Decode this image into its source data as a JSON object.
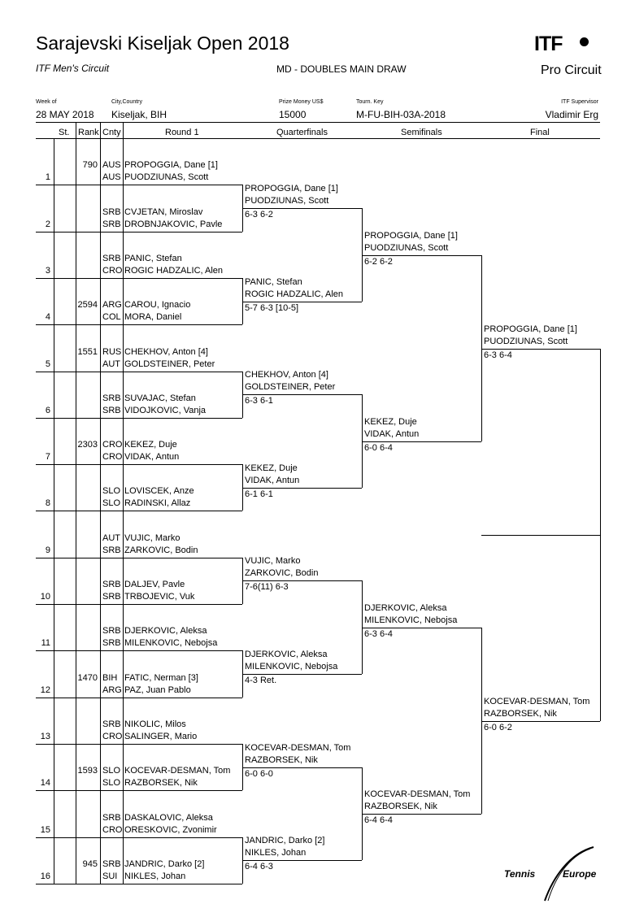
{
  "header": {
    "title": "Sarajevski Kiseljak Open 2018",
    "circuit": "ITF Men's Circuit",
    "draw_name": "MD - DOUBLES MAIN DRAW",
    "logo_itf": "ITF",
    "logo_pro": "Pro Circuit"
  },
  "info": [
    {
      "label": "Week of",
      "value": "28 MAY 2018"
    },
    {
      "label": "City,Country",
      "value": "Kiseljak, BIH"
    },
    {
      "label": "Prize Money US$",
      "value": "15000"
    },
    {
      "label": "Tourn. Key",
      "value": "M-FU-BIH-03A-2018"
    },
    {
      "label": "ITF Supervisor",
      "value": "Vladimir Erg"
    }
  ],
  "columns": {
    "st": "St.",
    "rank": "Rank",
    "cnty": "Cnty",
    "round1": "Round 1",
    "qf": "Quarterfinals",
    "sf": "Semifinals",
    "final": "Final"
  },
  "entries": [
    {
      "num": "1",
      "rank": "790",
      "c1": "AUS",
      "p1": "PROPOGGIA, Dane [1]",
      "c2": "AUS",
      "p2": "PUODZIUNAS, Scott"
    },
    {
      "num": "2",
      "rank": "",
      "c1": "SRB",
      "p1": "CVJETAN, Miroslav",
      "c2": "SRB",
      "p2": "DROBNJAKOVIC, Pavle"
    },
    {
      "num": "3",
      "rank": "",
      "c1": "SRB",
      "p1": "PANIC, Stefan",
      "c2": "CRO",
      "p2": "ROGIC HADZALIC, Alen"
    },
    {
      "num": "4",
      "rank": "2594",
      "c1": "ARG",
      "p1": "CAROU, Ignacio",
      "c2": "COL",
      "p2": "MORA, Daniel"
    },
    {
      "num": "5",
      "rank": "1551",
      "c1": "RUS",
      "p1": "CHEKHOV, Anton [4]",
      "c2": "AUT",
      "p2": "GOLDSTEINER, Peter"
    },
    {
      "num": "6",
      "rank": "",
      "c1": "SRB",
      "p1": "SUVAJAC, Stefan",
      "c2": "SRB",
      "p2": "VIDOJKOVIC, Vanja"
    },
    {
      "num": "7",
      "rank": "2303",
      "c1": "CRO",
      "p1": "KEKEZ, Duje",
      "c2": "CRO",
      "p2": "VIDAK, Antun"
    },
    {
      "num": "8",
      "rank": "",
      "c1": "SLO",
      "p1": "LOVISCEK, Anze",
      "c2": "SLO",
      "p2": "RADINSKI, Allaz"
    },
    {
      "num": "9",
      "rank": "",
      "c1": "AUT",
      "p1": "VUJIC, Marko",
      "c2": "SRB",
      "p2": "ZARKOVIC, Bodin"
    },
    {
      "num": "10",
      "rank": "",
      "c1": "SRB",
      "p1": "DALJEV, Pavle",
      "c2": "SRB",
      "p2": "TRBOJEVIC, Vuk"
    },
    {
      "num": "11",
      "rank": "",
      "c1": "SRB",
      "p1": "DJERKOVIC, Aleksa",
      "c2": "SRB",
      "p2": "MILENKOVIC, Nebojsa"
    },
    {
      "num": "12",
      "rank": "1470",
      "c1": "BIH",
      "p1": "FATIC, Nerman [3]",
      "c2": "ARG",
      "p2": "PAZ, Juan Pablo"
    },
    {
      "num": "13",
      "rank": "",
      "c1": "SRB",
      "p1": "NIKOLIC, Milos",
      "c2": "CRO",
      "p2": "SALINGER, Mario"
    },
    {
      "num": "14",
      "rank": "1593",
      "c1": "SLO",
      "p1": "KOCEVAR-DESMAN, Tom",
      "c2": "SLO",
      "p2": "RAZBORSEK, Nik"
    },
    {
      "num": "15",
      "rank": "",
      "c1": "SRB",
      "p1": "DASKALOVIC, Aleksa",
      "c2": "CRO",
      "p2": "ORESKOVIC, Zvonimir"
    },
    {
      "num": "16",
      "rank": "945",
      "c1": "SRB",
      "p1": "JANDRIC, Darko [2]",
      "c2": "SUI",
      "p2": "NIKLES, Johan"
    }
  ],
  "quarterfinals": [
    {
      "p1": "PROPOGGIA, Dane [1]",
      "p2": "PUODZIUNAS, Scott",
      "score": "6-3 6-2"
    },
    {
      "p1": "PANIC, Stefan",
      "p2": "ROGIC HADZALIC, Alen",
      "score": "5-7 6-3 [10-5]"
    },
    {
      "p1": "CHEKHOV, Anton [4]",
      "p2": "GOLDSTEINER, Peter",
      "score": "6-3 6-1"
    },
    {
      "p1": "KEKEZ, Duje",
      "p2": "VIDAK, Antun",
      "score": "6-1 6-1"
    },
    {
      "p1": "VUJIC, Marko",
      "p2": "ZARKOVIC, Bodin",
      "score": "7-6(11) 6-3"
    },
    {
      "p1": "DJERKOVIC, Aleksa",
      "p2": "MILENKOVIC, Nebojsa",
      "score": "4-3 Ret."
    },
    {
      "p1": "KOCEVAR-DESMAN, Tom",
      "p2": "RAZBORSEK, Nik",
      "score": "6-0 6-0"
    },
    {
      "p1": "JANDRIC, Darko [2]",
      "p2": "NIKLES, Johan",
      "score": "6-4 6-3"
    }
  ],
  "semifinals": [
    {
      "p1": "PROPOGGIA, Dane [1]",
      "p2": "PUODZIUNAS, Scott",
      "score": "6-2 6-2"
    },
    {
      "p1": "KEKEZ, Duje",
      "p2": "VIDAK, Antun",
      "score": "6-0 6-4"
    },
    {
      "p1": "DJERKOVIC, Aleksa",
      "p2": "MILENKOVIC, Nebojsa",
      "score": "6-3 6-4"
    },
    {
      "p1": "KOCEVAR-DESMAN, Tom",
      "p2": "RAZBORSEK, Nik",
      "score": "6-4 6-4"
    }
  ],
  "finals": [
    {
      "p1": "PROPOGGIA, Dane [1]",
      "p2": "PUODZIUNAS, Scott",
      "score": "6-3 6-4"
    },
    {
      "p1": "KOCEVAR-DESMAN, Tom",
      "p2": "RAZBORSEK, Nik",
      "score": "6-0 6-2"
    }
  ],
  "footer": {
    "logo_tennis": "Tennis",
    "logo_europe": "Europe"
  }
}
